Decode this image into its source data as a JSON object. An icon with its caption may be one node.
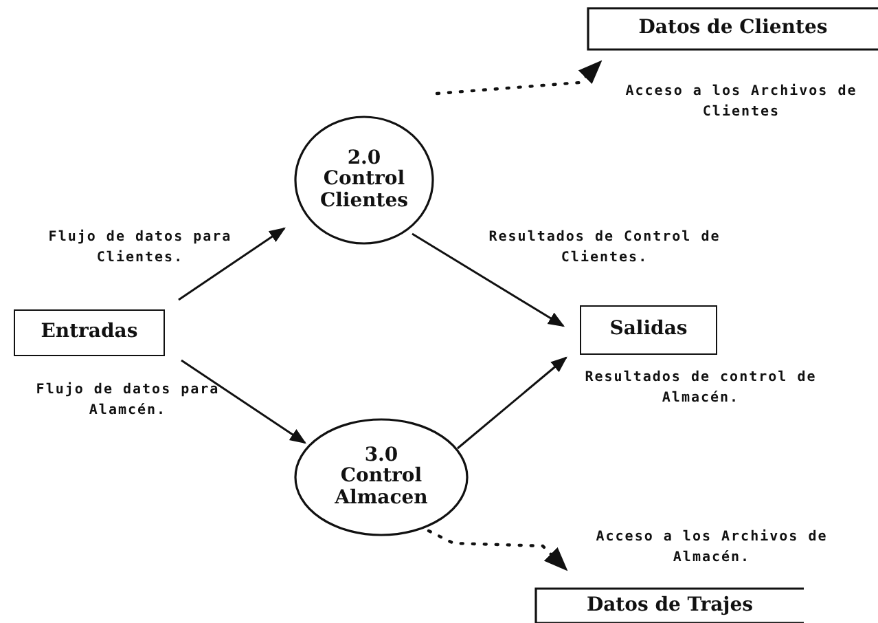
{
  "diagram": {
    "nodes": [
      {
        "text": [
          "Entradas"
        ]
      },
      {
        "text": [
          "2.0",
          "Control Clientes"
        ]
      },
      {
        "text": [
          "3.0",
          "Control Almacen"
        ]
      },
      {
        "text": [
          "Salidas"
        ]
      },
      {
        "text": [
          "Datos de Clientes"
        ]
      },
      {
        "text": [
          "Datos de Trajes"
        ]
      }
    ],
    "edges": [
      {
        "from": 0,
        "to": 1,
        "arrow": "to",
        "label": "Flujo de datos para Clientes."
      },
      {
        "from": 0,
        "to": 2,
        "arrow": "to",
        "label": "Flujo de datos para Alamcén."
      },
      {
        "from": 1,
        "to": 3,
        "arrow": "to",
        "label": "Resultados de Control de Clientes."
      },
      {
        "from": 2,
        "to": 3,
        "arrow": "to",
        "label": "Resultados de control de Almacén."
      },
      {
        "from": 1,
        "to": 4,
        "arrow": "to",
        "style": "dashed",
        "label": "Acceso a los Archivos de Clientes"
      },
      {
        "from": 2,
        "to": 5,
        "arrow": "to",
        "style": "dashed",
        "label": "Acceso a los Archivos de Almacén."
      }
    ]
  }
}
